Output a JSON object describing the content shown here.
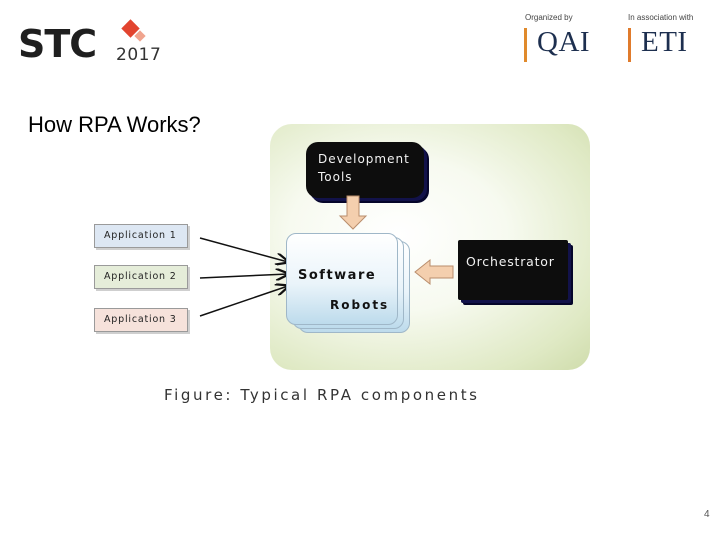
{
  "header": {
    "logo_text": "STC",
    "logo_year": "2017",
    "organized_label": "Organized by",
    "organizer": "QAI",
    "association_label": "In association with",
    "associate": "ETI"
  },
  "slide_title": "How RPA Works?",
  "diagram": {
    "dev_tools_line1": "Development",
    "dev_tools_line2": "Tools",
    "robot_line1": "Software",
    "robot_line2": "Robots",
    "orchestrator": "Orchestrator",
    "applications": [
      "Application 1",
      "Application 2",
      "Application 3"
    ],
    "app_colors": [
      "#dde7f3",
      "#e5edd9",
      "#f6e2db"
    ],
    "panel_color": "#dfe9c4",
    "arrow_color": "#f1c7a4"
  },
  "caption": "Figure: Typical RPA components",
  "page_number": "4"
}
